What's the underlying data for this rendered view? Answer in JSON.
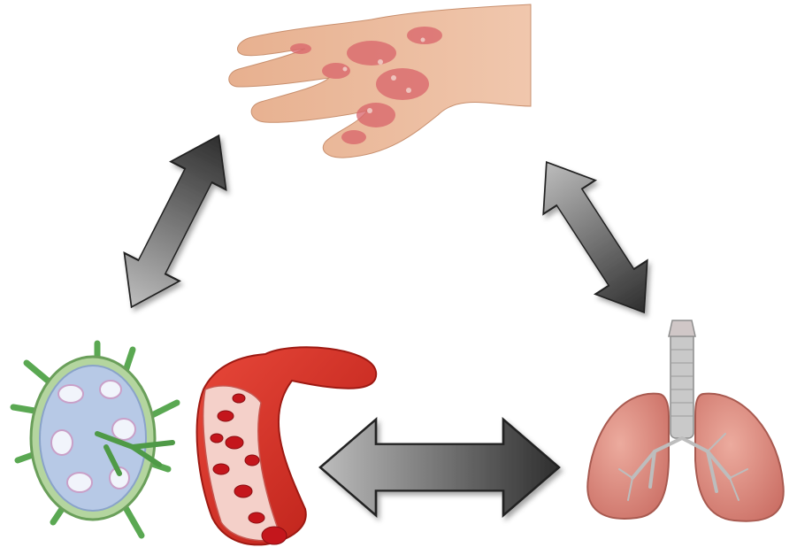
{
  "diagram": {
    "nodes": [
      {
        "id": "skin",
        "icon": "inflamed-hand-icon"
      },
      {
        "id": "lymph",
        "icon": "lymph-node-icon"
      },
      {
        "id": "blood",
        "icon": "blood-vessel-icon"
      },
      {
        "id": "lungs",
        "icon": "lungs-icon"
      }
    ],
    "edges": [
      {
        "from": "lymph",
        "to": "skin",
        "style": "double-arrow"
      },
      {
        "from": "skin",
        "to": "lungs",
        "style": "double-arrow"
      },
      {
        "from": "blood",
        "to": "lungs",
        "style": "double-arrow"
      }
    ],
    "colors": {
      "arrow_dark": "#2e2e2e",
      "arrow_light": "#bdbdbd",
      "skin": "#e9b497",
      "rash": "#d9646a",
      "blood": "#d62a1e",
      "blood_cell": "#c4161c",
      "lymph_capsule": "#b4d59f",
      "lymph_inner": "#b7c9e6",
      "lung": "#d9847a",
      "trachea": "#c9c9c9"
    }
  }
}
